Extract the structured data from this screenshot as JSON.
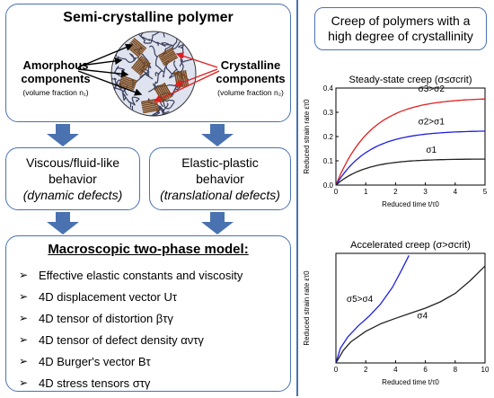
{
  "left": {
    "top_box": {
      "title": "Semi-crystalline polymer",
      "amorphous_label_1": "Amorphous",
      "amorphous_label_2": "components",
      "amorphous_fraction": "(volume fraction n₁)",
      "crystalline_label_1": "Crystalline",
      "crystalline_label_2": "components",
      "crystalline_fraction": "(volume fraction n₂)"
    },
    "viscous_box": {
      "line1": "Viscous/fluid-like",
      "line2": "behavior",
      "line3": "(dynamic defects)"
    },
    "elastic_box": {
      "line1": "Elastic-plastic",
      "line2": "behavior",
      "line3": "(translational defects)"
    },
    "model_box": {
      "title": "Macroscopic two-phase model:",
      "items": [
        "Effective elastic constants and viscosity",
        "4D displacement vector Uτ",
        "4D tensor of distortion βτγ",
        "4D tensor of defect density αντγ",
        "4D Burger's vector Bτ",
        "4D stress tensors στγ"
      ]
    },
    "colors": {
      "accent": "#4a72b0",
      "arrow": "#4a72b0"
    }
  },
  "right": {
    "header": "Creep of polymers with a high degree of crystallinity",
    "chart_data": [
      {
        "type": "line",
        "title": "Steady-state creep (σ≤σcrit)",
        "xlabel": "Reduced time t/τ0",
        "ylabel": "Reduced strain rate ε̇τ0",
        "xlim": [
          0,
          5
        ],
        "ylim": [
          0,
          0.4
        ],
        "xticks": [
          "0",
          "1",
          "2",
          "3",
          "4",
          "5"
        ],
        "yticks": [
          "0.0",
          "0.1",
          "0.2",
          "0.3",
          "0.4"
        ],
        "series": [
          {
            "name": "σ3>σ2",
            "color": "#e02020",
            "plateau": 0.36,
            "rate": 0.85
          },
          {
            "name": "σ2>σ1",
            "color": "#2020e0",
            "plateau": 0.225,
            "rate": 0.9
          },
          {
            "name": "σ1",
            "color": "#222222",
            "plateau": 0.108,
            "rate": 1.0
          }
        ]
      },
      {
        "type": "line",
        "title": "Accelerated creep (σ>σcrit)",
        "xlabel": "Reduced time t/τ0",
        "ylabel": "Reduced strain rate ε̇τ0",
        "xlim": [
          0,
          10
        ],
        "xticks": [
          "0",
          "2",
          "4",
          "6",
          "8",
          "10"
        ],
        "series": [
          {
            "name": "σ5>σ4",
            "color": "#2020e0",
            "x": [
              0,
              0.3,
              0.8,
              1.5,
              2.2,
              3.0,
              3.8,
              4.4,
              4.9
            ],
            "y": [
              0,
              0.35,
              0.62,
              0.88,
              1.1,
              1.4,
              1.8,
              2.2,
              2.55
            ]
          },
          {
            "name": "σ4",
            "color": "#222222",
            "x": [
              0,
              0.5,
              1.0,
              2.0,
              3.0,
              4.0,
              5.0,
              6.0,
              7.0,
              8.0,
              9.0,
              10.0
            ],
            "y": [
              0,
              0.3,
              0.5,
              0.75,
              0.93,
              1.06,
              1.18,
              1.3,
              1.45,
              1.65,
              1.95,
              2.3
            ]
          }
        ]
      }
    ]
  }
}
